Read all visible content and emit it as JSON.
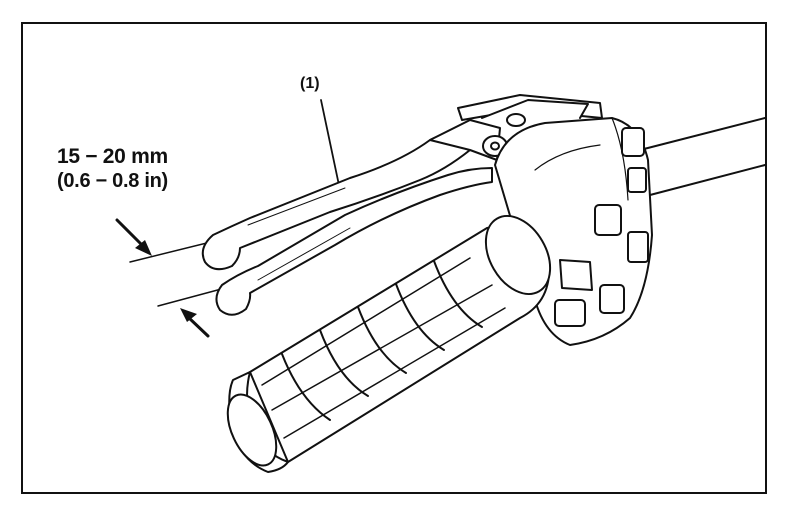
{
  "diagram": {
    "callout_label": "(1)",
    "dimension_mm": "15 − 20 mm",
    "dimension_in": "(0.6 − 0.8 in)",
    "line_color": "#111111",
    "background": "#ffffff"
  }
}
